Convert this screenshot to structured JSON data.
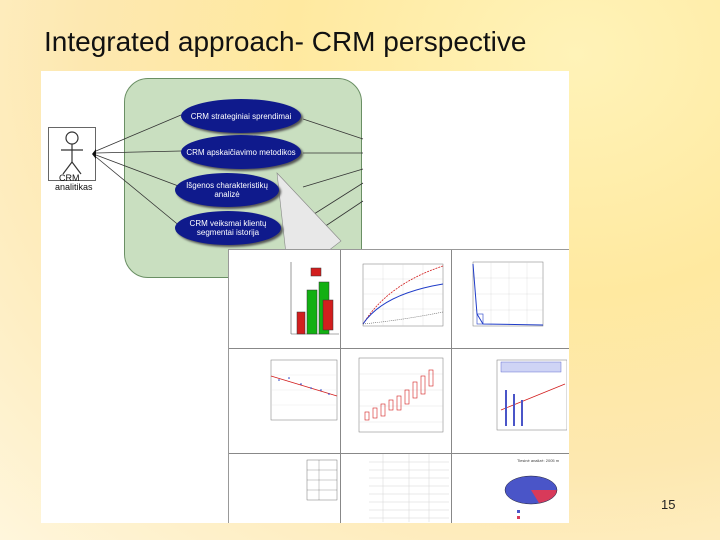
{
  "slide": {
    "title": "Integrated approach- CRM perspective",
    "page_number": "15"
  },
  "diagram": {
    "actor_label_line1": "CRM",
    "actor_label_line2": "analitikas",
    "use_cases": [
      "CRM strateginiai sprendimai",
      "CRM apskaičiavimo metodikos",
      "Išgenos charakteristikų analizė",
      "CRM veiksmai klientų segmentai istorija"
    ]
  },
  "colors": {
    "title": "#111111",
    "panel_green": "#c9dfc0",
    "ellipse_blue": "#0f1a8c",
    "bar_green": "#12b012",
    "bar_red": "#d21e1e",
    "pie_blue": "#4a55c8",
    "pie_red": "#d83a5a"
  },
  "thumbnails": {
    "pie_title": "Tiesinė analizė: 2005 m"
  }
}
